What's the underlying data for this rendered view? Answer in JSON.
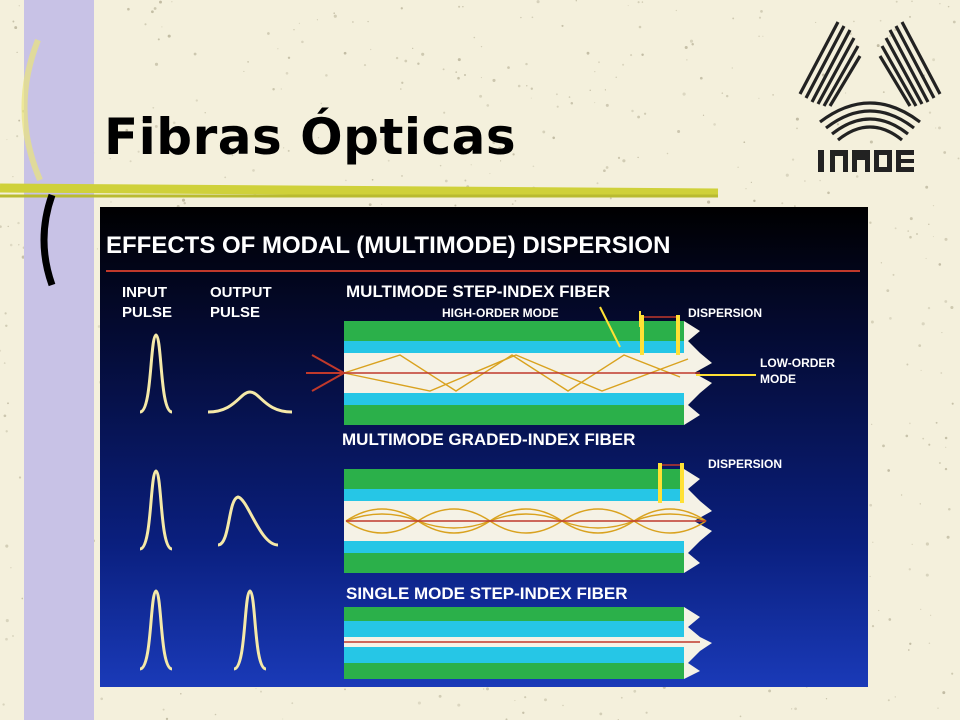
{
  "title": "Fibras Ópticas",
  "logo_text": "INAOE",
  "diagram": {
    "heading": "EFFECTS OF MODAL (MULTIMODE) DISPERSION",
    "input_label_1": "INPUT",
    "input_label_2": "PULSE",
    "output_label_1": "OUTPUT",
    "output_label_2": "PULSE",
    "fiber_1": {
      "name": "MULTIMODE STEP-INDEX FIBER",
      "high_order_label": "HIGH-ORDER MODE",
      "dispersion_label": "DISPERSION",
      "low_order_label_1": "LOW-ORDER",
      "low_order_label_2": "MODE"
    },
    "fiber_2": {
      "name": "MULTIMODE GRADED-INDEX FIBER",
      "dispersion_label": "DISPERSION"
    },
    "fiber_3": {
      "name": "SINGLE MODE STEP-INDEX FIBER"
    }
  },
  "colors": {
    "panel_dark": "#000000",
    "panel_blue": "#1a3ab8",
    "fiber_green": "#2bb04a",
    "fiber_cyan": "#26c6e6",
    "fiber_core": "#f5f2e6",
    "ray_color": "#d9a21f",
    "yellow_marker": "#ffe135",
    "title_bar": "#cfd13a",
    "left_bar": "#c8c2e6"
  }
}
